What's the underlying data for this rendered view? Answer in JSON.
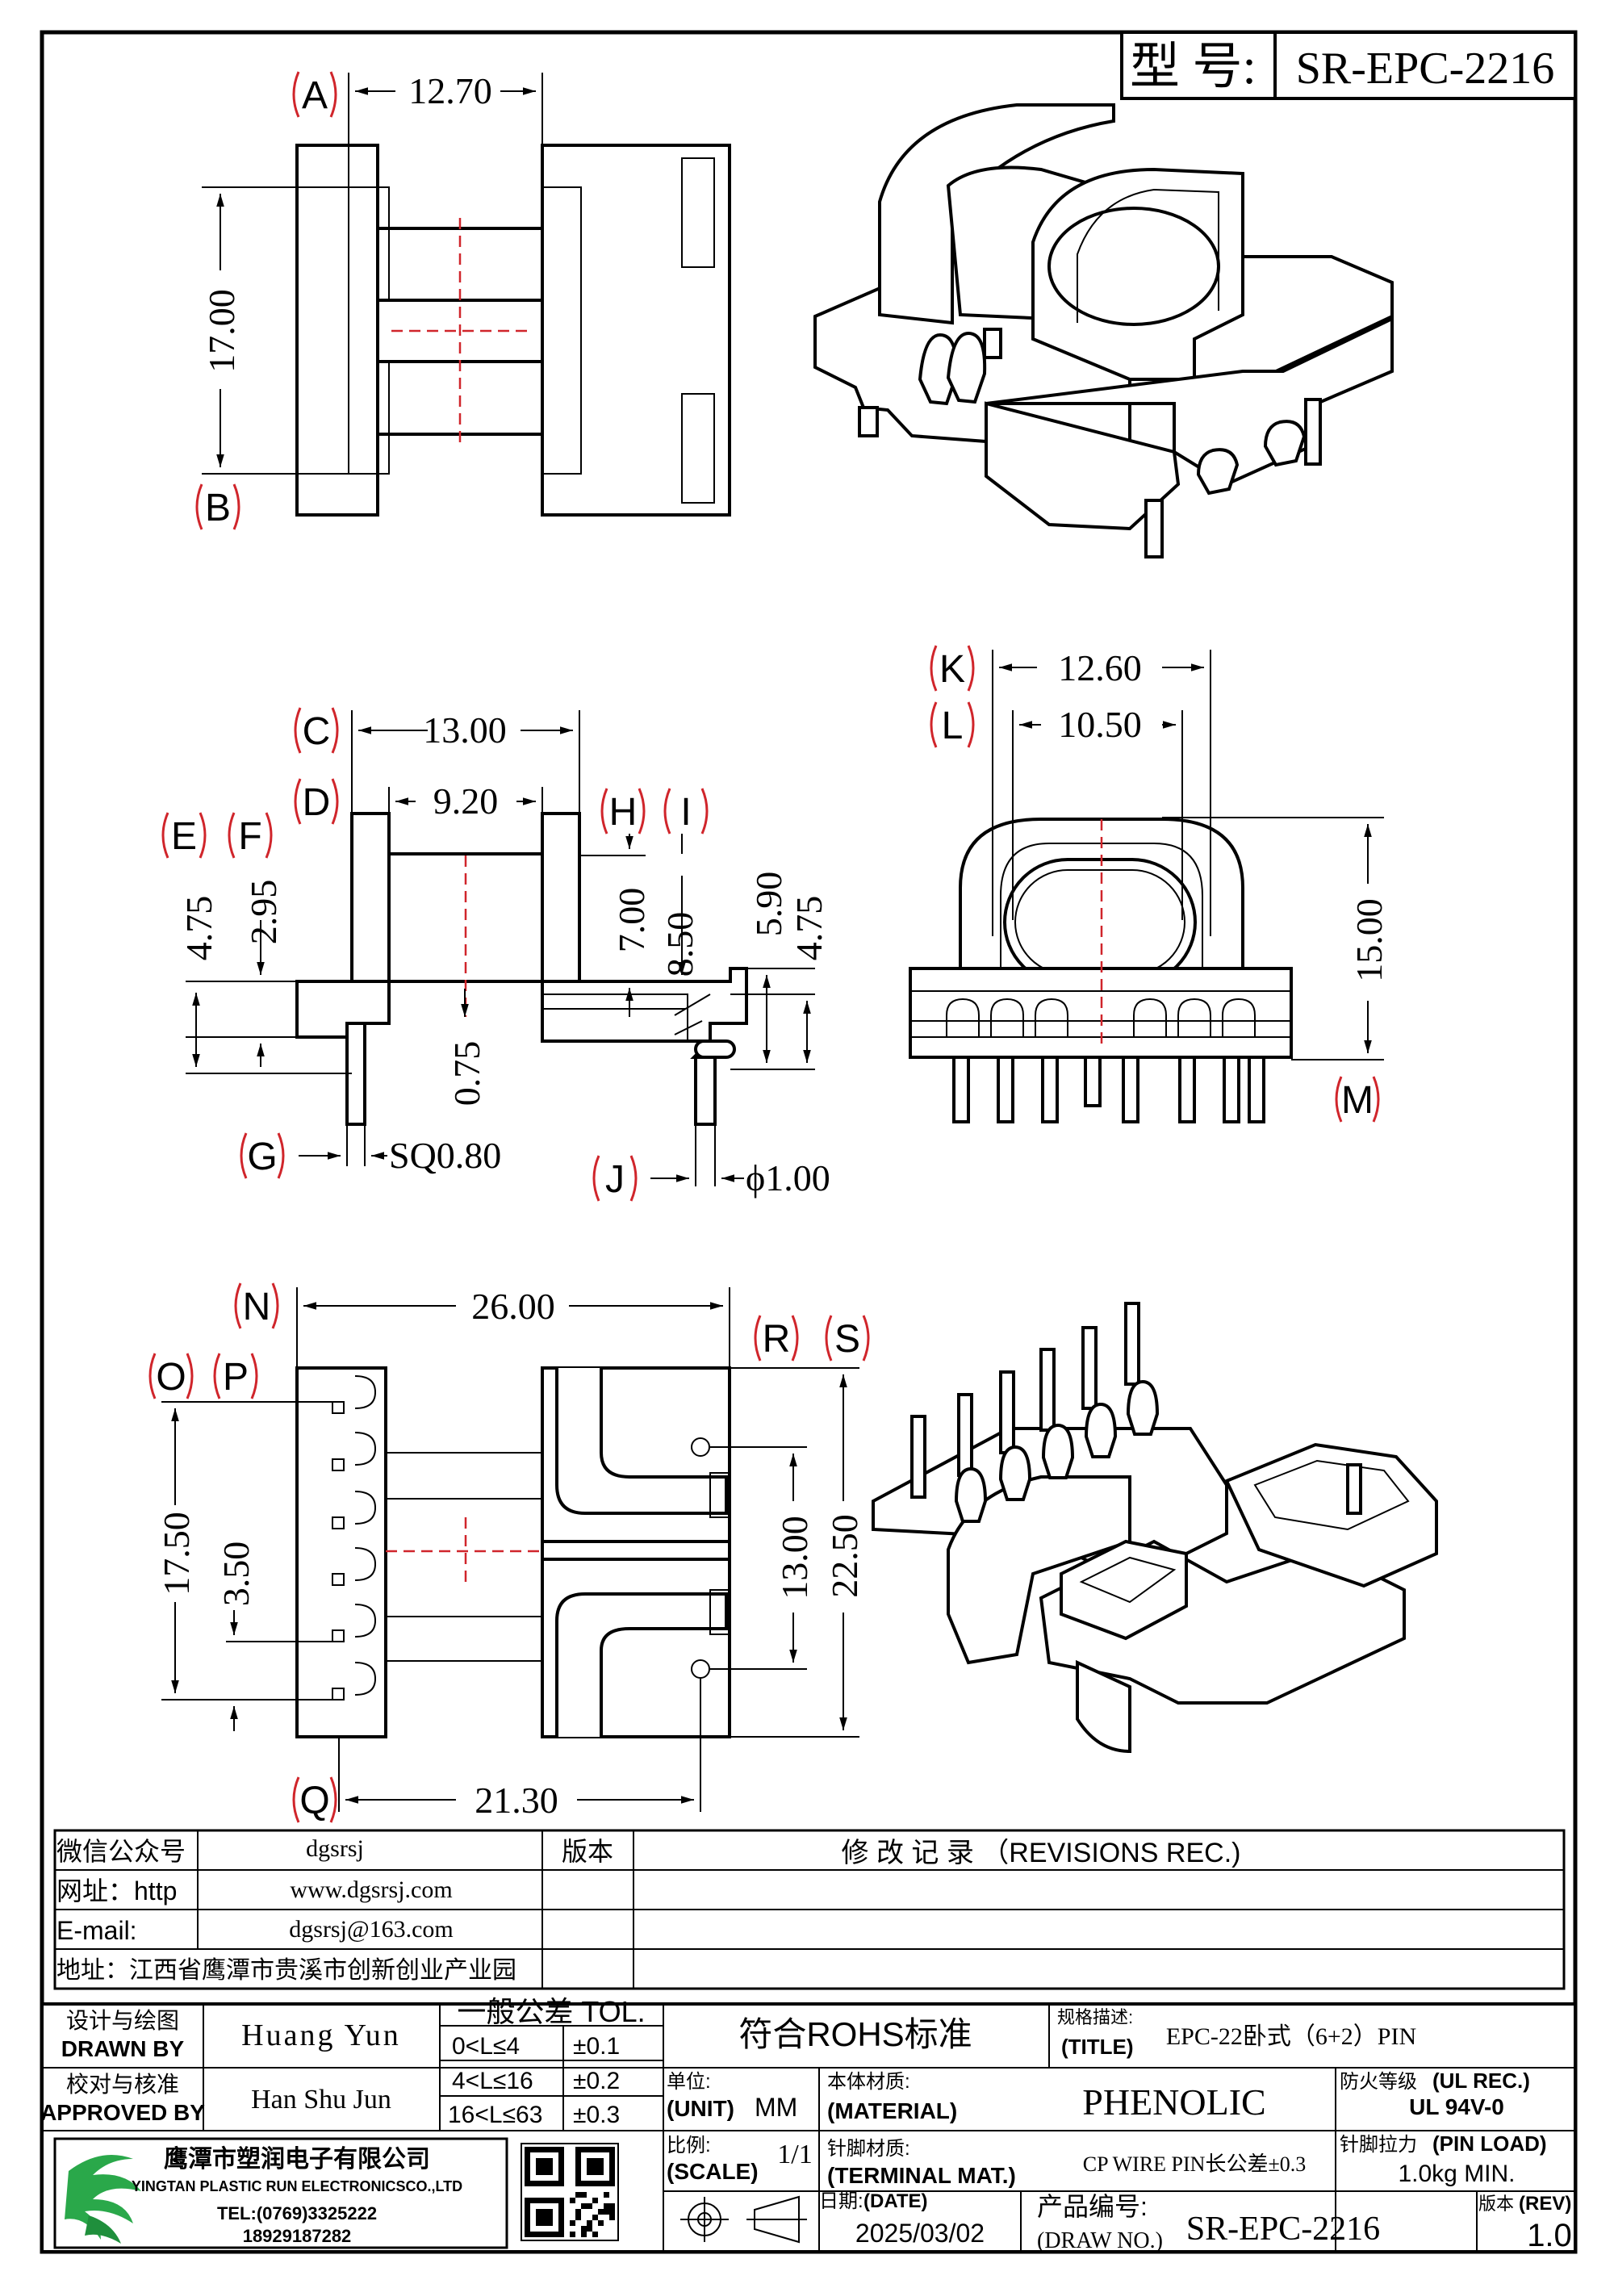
{
  "header": {
    "model_label": "型 号:",
    "model_value": "SR-EPC-2216"
  },
  "callouts": [
    "A",
    "B",
    "C",
    "D",
    "E",
    "F",
    "G",
    "H",
    "I",
    "J",
    "K",
    "L",
    "M",
    "N",
    "O",
    "P",
    "Q",
    "R",
    "S"
  ],
  "dims": {
    "a": "12.70",
    "b": "17.00",
    "c": "13.00",
    "d": "9.20",
    "e": "4.75",
    "f": "2.95",
    "g": "SQ0.80",
    "h": "7.00",
    "i": "8.50",
    "h2": "5.90",
    "i2": "4.75",
    "j": "ϕ1.00",
    "k075": "0.75",
    "k": "12.60",
    "l": "10.50",
    "m": "15.00",
    "n": "26.00",
    "o": "17.50",
    "p": "3.50",
    "q": "21.30",
    "r": "13.00",
    "s": "22.50"
  },
  "info_table": {
    "rows": [
      {
        "label": "微信公众号",
        "value": "dgsrsj"
      },
      {
        "label": "网址：http",
        "value": "www.dgsrsj.com"
      },
      {
        "label": "E-mail:",
        "value": "dgsrsj@163.com"
      }
    ],
    "address": "地址：江西省鹰潭市贵溪市创新创业产业园",
    "version_header": "版本",
    "revisions_header": "修 改 记 录 （REVISIONS REC.)"
  },
  "title_block": {
    "designer_label_cn": "设计与绘图",
    "designer_label_en": "DRAWN BY",
    "designer": "Huang Yun",
    "approver_label_cn": "校对与核准",
    "approver_label_en": "APPROVED BY",
    "approver": "Han Shu Jun",
    "tol_header": "一般公差 TOL.",
    "tol_rows": [
      {
        "range": "0<L≤4",
        "tol": "±0.1"
      },
      {
        "range": "4<L≤16",
        "tol": "±0.2"
      },
      {
        "range": "16<L≤63",
        "tol": "±0.3"
      }
    ],
    "rohs": "符合ROHS标准",
    "title_label_cn": "规格描述:",
    "title_label_en": "(TITLE)",
    "title_value": "EPC-22卧式（6+2）PIN",
    "unit_label_cn": "单位:",
    "unit_label_en": "(UNIT)",
    "unit_value": "MM",
    "material_label_cn": "本体材质:",
    "material_label_en": "(MATERIAL)",
    "material_value": "PHENOLIC",
    "flame_label_cn": "防火等级",
    "flame_label_en": "(UL REC.)",
    "flame_value": "UL 94V-0",
    "scale_label_cn": "比例:",
    "scale_label_en": "(SCALE)",
    "scale_value": "1/1",
    "terminal_label_cn": "针脚材质:",
    "terminal_label_en": "(TERMINAL MAT.)",
    "terminal_value": "CP WIRE  PIN长公差±0.3",
    "pinload_label_cn": "针脚拉力",
    "pinload_label_en": "(PIN LOAD)",
    "pinload_value": "1.0kg MIN.",
    "date_label_cn": "日期:",
    "date_label_en": "(DATE)",
    "date_value": "2025/03/02",
    "drawno_label_cn": "产品编号:",
    "drawno_label_en": "(DRAW NO.)",
    "drawno_value": "SR-EPC-2216",
    "rev_label_cn": "版本",
    "rev_label_en": "(REV)",
    "rev_value": "1.0"
  },
  "company": {
    "name_cn": "鹰潭市塑润电子有限公司",
    "name_en": "YINGTAN PLASTIC RUN ELECTRONICSCO.,LTD",
    "tel": "TEL:(0769)3325222",
    "mobile": "18929187282"
  }
}
